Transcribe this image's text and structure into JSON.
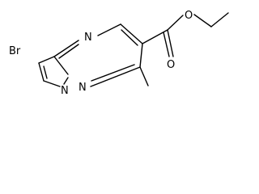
{
  "molecule": {
    "atom_labels": {
      "br": "Br",
      "n_pyrimidine": "N",
      "n_bridgehead": "N",
      "n_pyrazole": "N",
      "o_carbonyl": "O",
      "o_ester": "O"
    }
  }
}
